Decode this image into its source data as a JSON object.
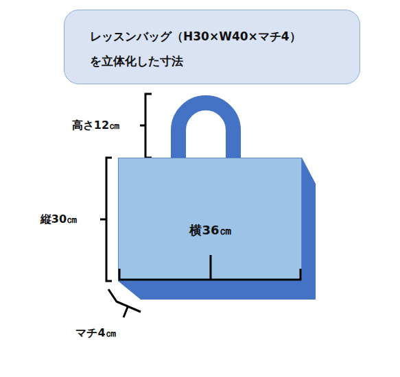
{
  "diagram": {
    "nodes": [
      {
        "text": [
          "レッスンバッグ（H30×W40×マチ4） を立体化した寸法"
        ]
      },
      {
        "text": [
          "横36㎝"
        ]
      }
    ],
    "labels": [
      "高さ12㎝",
      "縦30㎝",
      "マチ4㎝"
    ]
  }
}
